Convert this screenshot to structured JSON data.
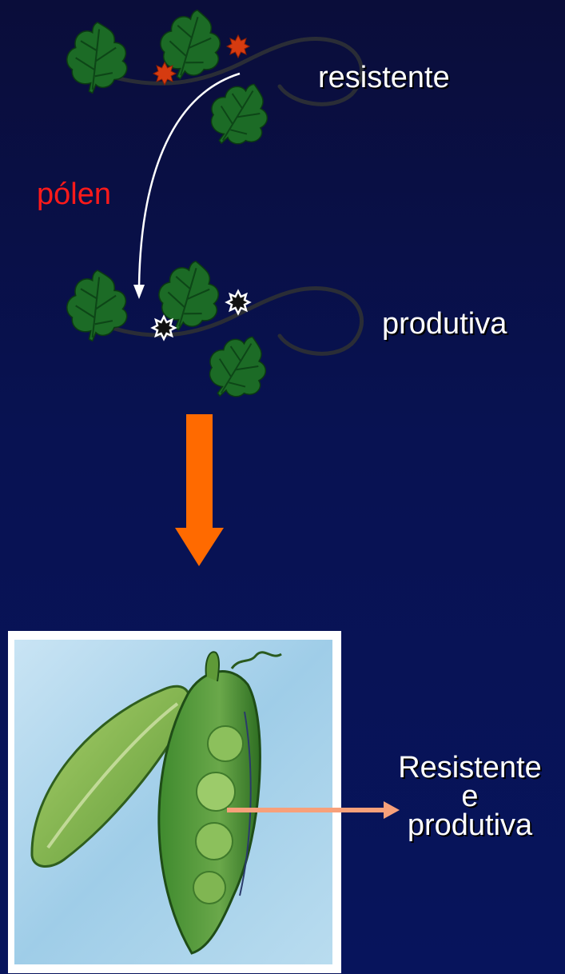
{
  "labels": {
    "resistant": "resistente",
    "pollen": "pólen",
    "productive": "produtiva",
    "result_line1": "Resistente",
    "result_line2": "e",
    "result_line3": "produtiva"
  },
  "colors": {
    "background": "#08124f",
    "pollen_label": "#ff1a1a",
    "big_arrow": "#ff6a00",
    "result_arrow": "#f7a07a",
    "leaf": "#1c6b26",
    "resistant_flower": "#d63b10",
    "productive_flower": "#111111"
  }
}
